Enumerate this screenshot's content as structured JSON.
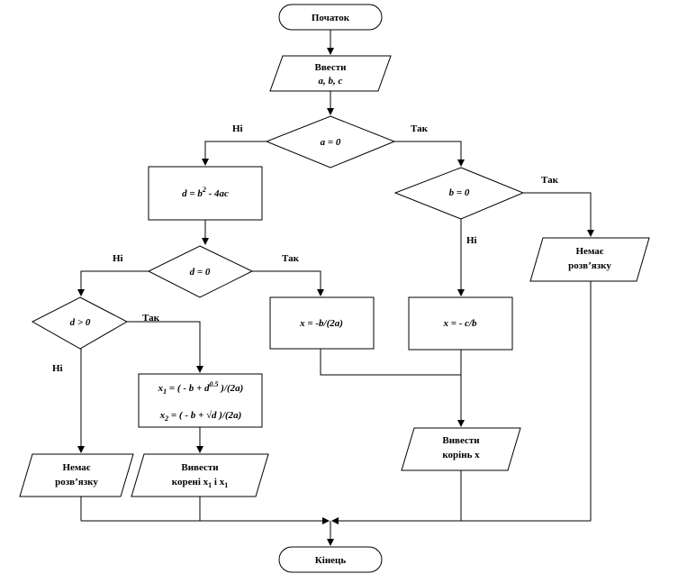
{
  "nodes": {
    "start": "Початок",
    "input_line1": "Ввести",
    "input_line2": "a, b, c",
    "cond_a": "a = 0",
    "calc_d": "d = b² - 4ac",
    "cond_b": "b = 0",
    "no_solution_right_line1": "Немає",
    "no_solution_right_line2": "розв’язку",
    "cond_d0": "d = 0",
    "cond_dpos": "d > 0",
    "calc_x_d0": "x = -b/(2a)",
    "calc_x_linear": "x = - c/b",
    "calc_x1": "x1 = ( - b + d^0.5 )/(2a)",
    "calc_x2": "x2 = ( - b + √d )/(2a)",
    "out_root_line1": "Вивести",
    "out_root_line2": "корінь x",
    "no_solution_left_line1": "Немає",
    "no_solution_left_line2": "розв’язку",
    "out_roots_line1": "Вивести",
    "out_roots_line2": "корені x1 і x1",
    "end": "Кінець"
  },
  "edges": {
    "a_no": "Ні",
    "a_yes": "Так",
    "b_yes": "Так",
    "b_no": "Ні",
    "d0_no": "Ні",
    "d0_yes": "Так",
    "dpos_yes": "Так",
    "dpos_no": "Ні"
  }
}
